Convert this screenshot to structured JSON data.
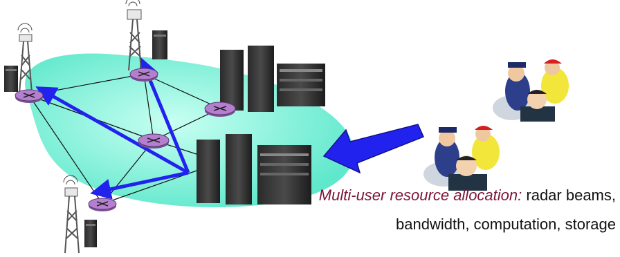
{
  "caption": {
    "emphasis": "Multi-user resource allocation:",
    "line1_rest": " radar beams,",
    "line2": "bandwidth, computation, storage"
  },
  "colors": {
    "region_fill": "#5fe8cc",
    "router_fill": "#b57fcf",
    "flow_arrow": "#2222ee",
    "caption_emphasis": "#7a1535",
    "link_line": "#111111"
  },
  "icons": [
    "radar-tower-icon",
    "router-icon",
    "server-rack-icon",
    "user-group-icon"
  ]
}
